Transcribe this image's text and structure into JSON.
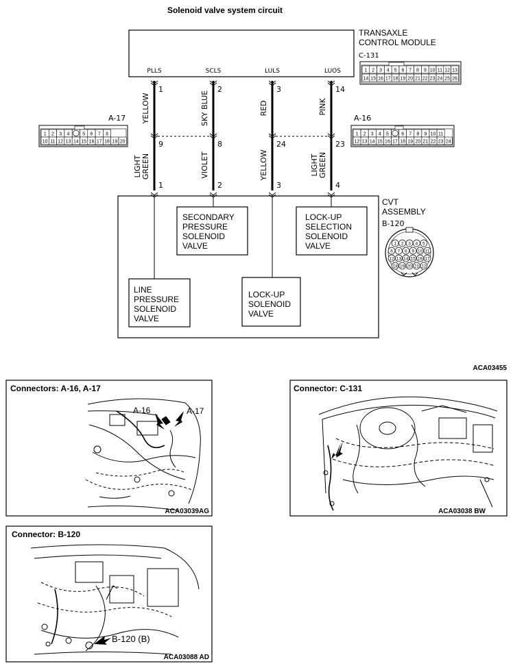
{
  "title": "Solenoid valve system circuit",
  "reference_code": "ACA03455",
  "tcm": {
    "label_line1": "TRANSAXLE",
    "label_line2": "CONTROL MODULE",
    "connector_id": "C-131",
    "pins": [
      "PLLS",
      "SCLS",
      "LULS",
      "LUOS"
    ],
    "connector_row1": [
      "1",
      "2",
      "3",
      "4",
      "5",
      "6",
      "7",
      "8",
      "9",
      "10",
      "11",
      "12",
      "13"
    ],
    "connector_row2": [
      "14",
      "15",
      "16",
      "17",
      "18",
      "19",
      "20",
      "21",
      "22",
      "23",
      "24",
      "25",
      "26"
    ]
  },
  "wires": [
    {
      "tcm_pin": "1",
      "upper_color": "YELLOW",
      "junction_pin": "9",
      "lower_color": "LIGHT GREEN",
      "lower_color_l1": "LIGHT",
      "lower_color_l2": "GREEN",
      "cvt_pin": "1"
    },
    {
      "tcm_pin": "2",
      "upper_color": "SKY BLUE",
      "junction_pin": "8",
      "lower_color": "VIOLET",
      "cvt_pin": "2"
    },
    {
      "tcm_pin": "3",
      "upper_color": "RED",
      "junction_pin": "24",
      "lower_color": "YELLOW",
      "cvt_pin": "3"
    },
    {
      "tcm_pin": "14",
      "upper_color": "PINK",
      "junction_pin": "23",
      "lower_color": "LIGHT GREEN",
      "lower_color_l1": "LIGHT",
      "lower_color_l2": "GREEN",
      "cvt_pin": "4"
    }
  ],
  "connector_a17": {
    "id": "A-17",
    "row1": [
      "1",
      "2",
      "3",
      "4",
      "",
      "5",
      "6",
      "7",
      "8"
    ],
    "row2": [
      "10",
      "11",
      "12",
      "13",
      "14",
      "15",
      "16",
      "17",
      "18",
      "19",
      "20"
    ]
  },
  "connector_a16": {
    "id": "A-16",
    "row1": [
      "1",
      "2",
      "3",
      "4",
      "5",
      "",
      "6",
      "7",
      "8",
      "9",
      "10",
      "11"
    ],
    "row2": [
      "12",
      "13",
      "14",
      "15",
      "16",
      "17",
      "18",
      "19",
      "20",
      "21",
      "22",
      "23",
      "24"
    ]
  },
  "cvt": {
    "label_line1": "CVT",
    "label_line2": "ASSEMBLY",
    "connector_id": "B-120",
    "round_connector_rows": [
      [
        "1",
        "2",
        "3",
        "4",
        "5"
      ],
      [
        "6",
        "7",
        "8",
        "9",
        "10",
        "11"
      ],
      [
        "12",
        "13",
        "14",
        "15",
        "16",
        "17"
      ],
      [
        "18",
        "19",
        "20",
        "21",
        "22"
      ]
    ]
  },
  "solenoids": {
    "secondary": [
      "SECONDARY",
      "PRESSURE",
      "SOLENOID",
      "VALVE"
    ],
    "lockup_selection": [
      "LOCK-UP",
      "SELECTION",
      "SOLENOID",
      "VALVE"
    ],
    "line_pressure": [
      "LINE",
      "PRESSURE",
      "SOLENOID",
      "VALVE"
    ],
    "lockup": [
      "LOCK-UP",
      "SOLENOID",
      "VALVE"
    ]
  },
  "photos": [
    {
      "title": "Connectors: A-16, A-17",
      "code": "ACA03039AG",
      "callouts": [
        "A-16",
        "A-17"
      ]
    },
    {
      "title": "Connector: C-131",
      "code": "ACA03038 BW",
      "callouts": []
    },
    {
      "title": "Connector: B-120",
      "code": "ACA03088 AD",
      "callouts": [
        "B-120 (B)"
      ]
    }
  ]
}
